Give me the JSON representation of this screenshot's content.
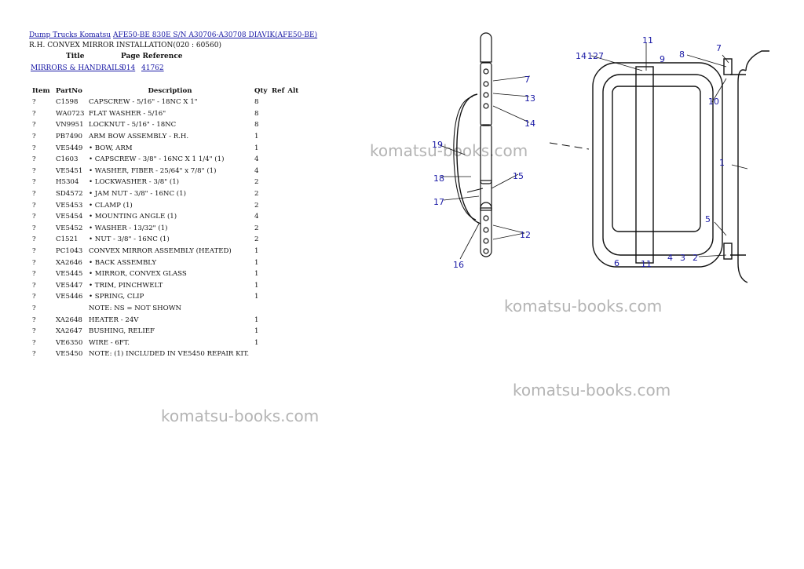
{
  "breadcrumb": {
    "home": "Dump Trucks Komatsu",
    "model": "AFE50-BE 830E S/N A30706-A30708 DIAVIK(AFE50-BE)"
  },
  "subtitle": "R.H. CONVEX MIRROR INSTALLATION(020 : 60560)",
  "reference": {
    "title_header": "Title",
    "page_ref_header": "Page Reference",
    "title_link": "MIRRORS & HANDRAILS",
    "page_link": "014",
    "ref_link": "41762"
  },
  "table": {
    "headers": {
      "item": "Item",
      "part_no": "PartNo",
      "description": "Description",
      "qty": "Qty",
      "ref": "Ref",
      "alt": "Alt"
    },
    "rows": [
      {
        "item": "?",
        "part_no": "C1598",
        "description": "CAPSCREW - 5/16\" - 18NC X 1\"",
        "qty": "8"
      },
      {
        "item": "?",
        "part_no": "WA0723",
        "description": "FLAT WASHER - 5/16\"",
        "qty": "8"
      },
      {
        "item": "?",
        "part_no": "VN9951",
        "description": "LOCKNUT - 5/16\" - 18NC",
        "qty": "8"
      },
      {
        "item": "?",
        "part_no": "PB7490",
        "description": "ARM BOW ASSEMBLY - R.H.",
        "qty": "1"
      },
      {
        "item": "?",
        "part_no": "VE5449",
        "description": "• BOW, ARM",
        "qty": "1"
      },
      {
        "item": "?",
        "part_no": "C1603",
        "description": "• CAPSCREW - 3/8\" - 16NC X 1 1/4\" (1)",
        "qty": "4"
      },
      {
        "item": "?",
        "part_no": "VE5451",
        "description": "• WASHER, FIBER - 25/64\" x 7/8\" (1)",
        "qty": "4"
      },
      {
        "item": "?",
        "part_no": "H5304",
        "description": "• LOCKWASHER - 3/8\" (1)",
        "qty": "2"
      },
      {
        "item": "?",
        "part_no": "SD4572",
        "description": "• JAM NUT - 3/8\" - 16NC (1)",
        "qty": "2"
      },
      {
        "item": "?",
        "part_no": "VE5453",
        "description": "• CLAMP (1)",
        "qty": "2"
      },
      {
        "item": "?",
        "part_no": "VE5454",
        "description": "• MOUNTING ANGLE (1)",
        "qty": "4"
      },
      {
        "item": "?",
        "part_no": "VE5452",
        "description": "• WASHER - 13/32\" (1)",
        "qty": "2"
      },
      {
        "item": "?",
        "part_no": "C1521",
        "description": "• NUT - 3/8\" - 16NC (1)",
        "qty": "2"
      },
      {
        "item": "?",
        "part_no": "PC1043",
        "description": "CONVEX MIRROR ASSEMBLY (HEATED)",
        "qty": "1"
      },
      {
        "item": "?",
        "part_no": "XA2646",
        "description": "• BACK ASSEMBLY",
        "qty": "1"
      },
      {
        "item": "?",
        "part_no": "VE5445",
        "description": "• MIRROR, CONVEX GLASS",
        "qty": "1"
      },
      {
        "item": "?",
        "part_no": "VE5447",
        "description": "• TRIM, PINCHWELT",
        "qty": "1"
      },
      {
        "item": "?",
        "part_no": "VE5446",
        "description": "• SPRING, CLIP",
        "qty": "1"
      },
      {
        "item": "?",
        "part_no": "",
        "description": "NOTE: NS = NOT SHOWN",
        "qty": ""
      },
      {
        "item": "?",
        "part_no": "XA2648",
        "description": "HEATER - 24V",
        "qty": "1"
      },
      {
        "item": "?",
        "part_no": "XA2647",
        "description": "BUSHING, RELIEF",
        "qty": "1"
      },
      {
        "item": "?",
        "part_no": "VE6350",
        "description": "WIRE - 6FT.",
        "qty": "1"
      },
      {
        "item": "?",
        "part_no": "VE5450",
        "description": "NOTE: (1) INCLUDED IN VE5450 REPAIR KIT.",
        "qty": ""
      }
    ]
  },
  "watermark": "komatsu-books.com",
  "diagram": {
    "callouts": [
      "1",
      "2",
      "3",
      "4",
      "5",
      "6",
      "7",
      "8",
      "9",
      "10",
      "11",
      "12",
      "13",
      "14",
      "15",
      "16",
      "17",
      "18",
      "19"
    ]
  }
}
